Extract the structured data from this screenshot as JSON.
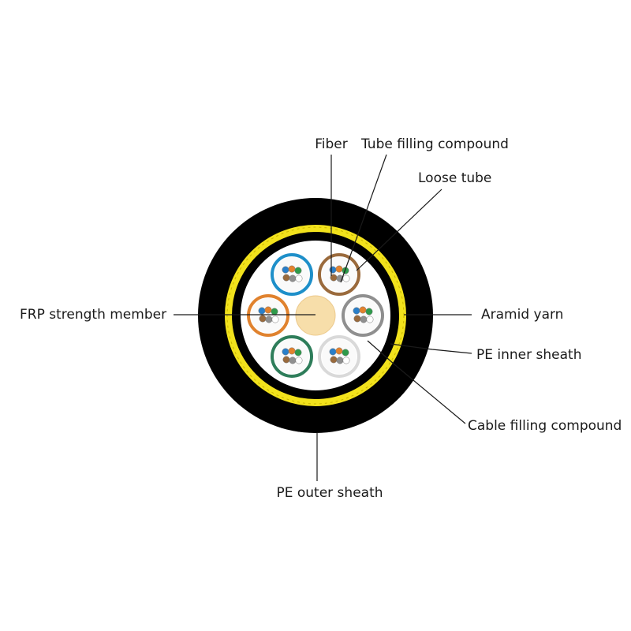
{
  "labels": {
    "fiber": "Fiber",
    "tube_filling_compound": "Tube filling compound",
    "loose_tube": "Loose tube",
    "frp_strength_member": "FRP strength member",
    "aramid_yarn": "Aramid yarn",
    "pe_inner_sheath": "PE inner sheath",
    "cable_filling_compound": "Cable filling compound",
    "pe_outer_sheath": "PE outer sheath"
  },
  "colors": {
    "outer_sheath": "#000000",
    "aramid_yarn": "#f2e21c",
    "inner_sheath": "#000000",
    "core_background": "#ffffff",
    "frp_member": "#f7deaa",
    "tube_blue": "#1e8fc9",
    "tube_brown": "#9a6a3c",
    "tube_grey": "#8f8f8f",
    "tube_white": "#d9d9d9",
    "tube_green": "#2e7d5a",
    "tube_orange": "#e0822e",
    "fiber_blue": "#2a7fc9",
    "fiber_orange": "#e3822d",
    "fiber_green": "#2e9a4a",
    "fiber_brown": "#9a6a3c",
    "fiber_grey": "#8f8f8f",
    "fiber_white": "#ffffff"
  },
  "loose_tubes": [
    {
      "name": "loose-tube-blue",
      "color": "tube_blue"
    },
    {
      "name": "loose-tube-brown",
      "color": "tube_brown"
    },
    {
      "name": "loose-tube-grey",
      "color": "tube_grey"
    },
    {
      "name": "loose-tube-white",
      "color": "tube_white"
    },
    {
      "name": "loose-tube-green",
      "color": "tube_green"
    },
    {
      "name": "loose-tube-orange",
      "color": "tube_orange"
    }
  ],
  "fiber_colors": [
    "fiber_blue",
    "fiber_orange",
    "fiber_green",
    "fiber_brown",
    "fiber_grey",
    "fiber_white"
  ]
}
